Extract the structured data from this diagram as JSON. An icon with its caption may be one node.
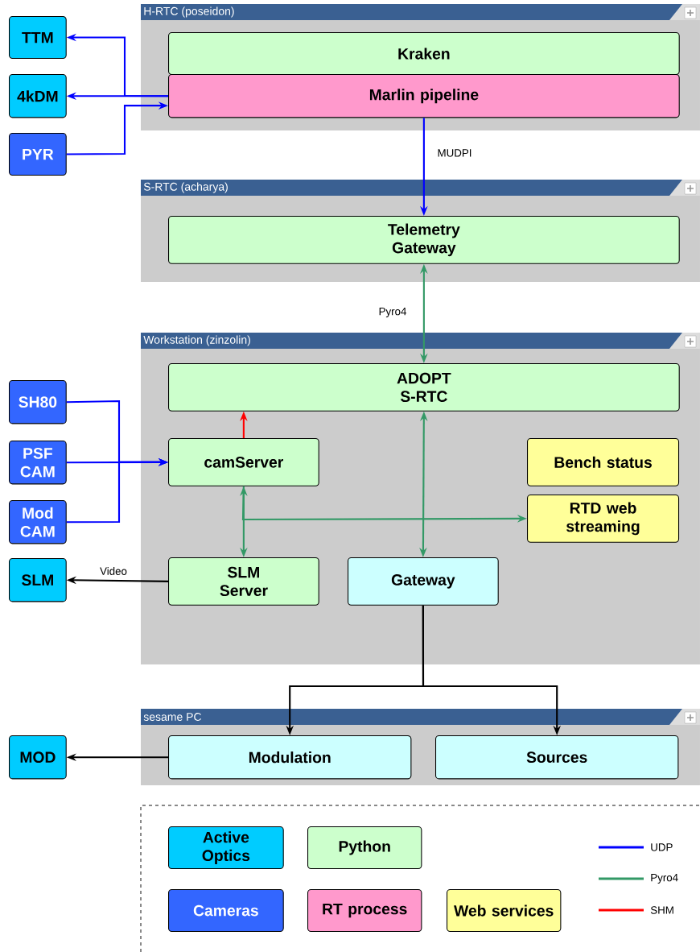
{
  "diagram": {
    "nodes": [
      {
        "text": [
          "H-RTC (poseidon)"
        ]
      },
      {
        "text": [
          "Kraken"
        ],
        "in": 0
      },
      {
        "text": [
          "Marlin pipeline"
        ],
        "in": 0
      },
      {
        "text": [
          "S-RTC (acharya)"
        ]
      },
      {
        "text": [
          "Telemetry Gateway"
        ],
        "in": 3
      },
      {
        "text": [
          "Workstation (zinzolin)"
        ]
      },
      {
        "text": [
          "ADOPT S-RTC"
        ],
        "in": 5
      },
      {
        "text": [
          "camServer"
        ],
        "in": 5
      },
      {
        "text": [
          "Bench status"
        ],
        "in": 5
      },
      {
        "text": [
          "RTD web streaming"
        ],
        "in": 5
      },
      {
        "text": [
          "SLM Server"
        ],
        "in": 5
      },
      {
        "text": [
          "Gateway"
        ],
        "in": 5
      },
      {
        "text": [
          "sesame PC"
        ]
      },
      {
        "text": [
          "Modulation"
        ],
        "in": 12
      },
      {
        "text": [
          "Sources"
        ],
        "in": 12
      },
      {
        "text": [
          "TTM"
        ]
      },
      {
        "text": [
          "4kDM"
        ]
      },
      {
        "text": [
          "PYR"
        ]
      },
      {
        "text": [
          "SH80"
        ]
      },
      {
        "text": [
          "PSF CAM"
        ]
      },
      {
        "text": [
          "Mod CAM"
        ]
      },
      {
        "text": [
          "SLM"
        ]
      },
      {
        "text": [
          "MOD"
        ]
      }
    ],
    "edges": [
      {
        "from": 2,
        "to": 15,
        "arrow": "to",
        "color": "#0000ff"
      },
      {
        "from": 2,
        "to": 16,
        "arrow": "to",
        "color": "#0000ff"
      },
      {
        "from": 17,
        "to": 2,
        "arrow": "to",
        "color": "#0000ff"
      },
      {
        "from": 2,
        "to": 4,
        "arrow": "to",
        "color": "#0000ff",
        "label": "MUDPI"
      },
      {
        "from": 4,
        "to": 6,
        "arrow": "both",
        "color": "#339966",
        "label": "Pyro4"
      },
      {
        "from": 7,
        "to": 6,
        "arrow": "to",
        "color": "#ff0000"
      },
      {
        "from": 18,
        "to": 7,
        "arrow": "to",
        "color": "#0000ff"
      },
      {
        "from": 19,
        "to": 7,
        "arrow": "to",
        "color": "#0000ff"
      },
      {
        "from": 20,
        "to": 7,
        "arrow": "to",
        "color": "#0000ff"
      },
      {
        "from": 7,
        "to": 10,
        "arrow": "both",
        "color": "#339966"
      },
      {
        "from": 7,
        "to": 9,
        "arrow": "to",
        "color": "#339966"
      },
      {
        "from": 6,
        "to": 11,
        "arrow": "both",
        "color": "#339966"
      },
      {
        "from": 10,
        "to": 21,
        "arrow": "to",
        "color": "#000000",
        "label": "Video"
      },
      {
        "from": 11,
        "to": 13,
        "arrow": "to",
        "color": "#000000"
      },
      {
        "from": 11,
        "to": 14,
        "arrow": "to",
        "color": "#000000"
      },
      {
        "from": 13,
        "to": 22,
        "arrow": "to",
        "color": "#000000"
      }
    ],
    "legend": [
      {
        "text": "Active Optics",
        "color": "#00ccff"
      },
      {
        "text": "Python",
        "color": "#ccffcc"
      },
      {
        "text": "Cameras",
        "color": "#3366ff"
      },
      {
        "text": "RT process",
        "color": "#ff99cc"
      },
      {
        "text": "Web services",
        "color": "#ffff99"
      },
      {
        "text": "UDP",
        "color": "#0000ff"
      },
      {
        "text": "Pyro4",
        "color": "#339966"
      },
      {
        "text": "SHM",
        "color": "#ff0000"
      }
    ]
  }
}
